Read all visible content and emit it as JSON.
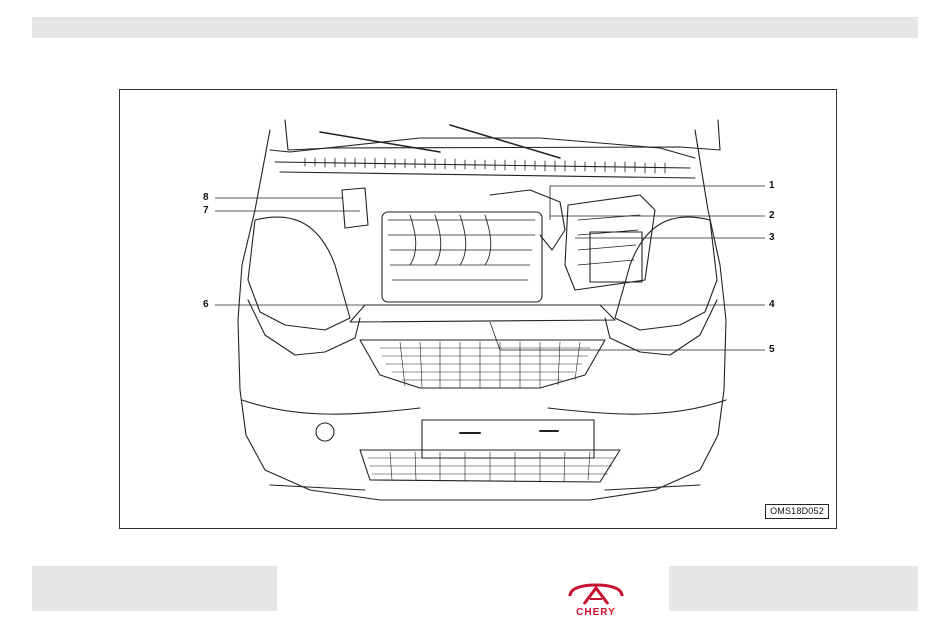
{
  "figure": {
    "code": "OMS18D052",
    "callouts": [
      "1",
      "2",
      "3",
      "4",
      "5",
      "6",
      "7",
      "8"
    ]
  },
  "brand": {
    "name": "CHERY",
    "color": "#c8102e"
  },
  "colors": {
    "bars": "#e6e6e6",
    "linework": "#222222"
  }
}
